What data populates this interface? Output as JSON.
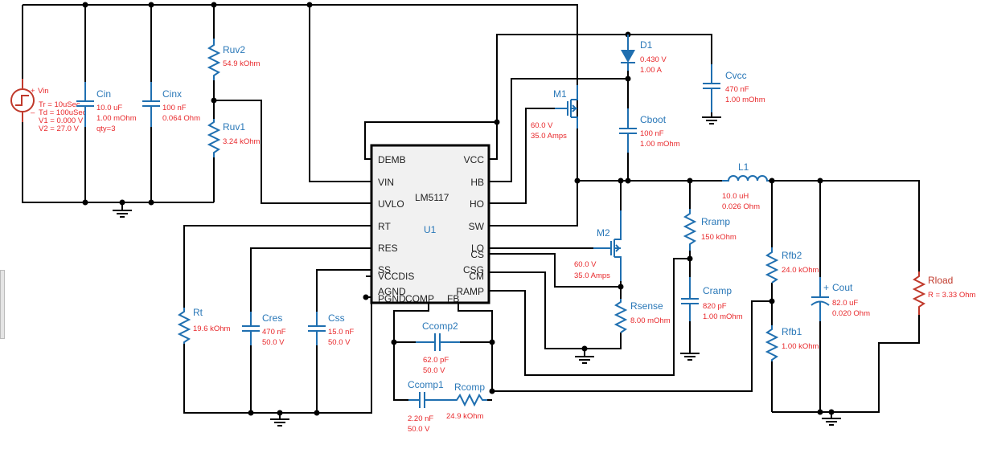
{
  "schematic": {
    "title": "LM5117 buck converter schematic",
    "wire_color": "#000000",
    "component_color": "#1f6fb0",
    "source_color": "#c0392b",
    "value_color": "#e8282b",
    "chip": {
      "ref": "U1",
      "part": "LM5117",
      "left_pins": [
        "DEMB",
        "VIN",
        "UVLO",
        "RT",
        "RES",
        "SS",
        "VCCDIS",
        "AGND",
        "PGND"
      ],
      "right_pins": [
        "VCC",
        "HB",
        "HO",
        "SW",
        "LO",
        "CS",
        "CSG",
        "CM",
        "RAMP"
      ],
      "bottom_pins": [
        "COMP",
        "FB"
      ]
    },
    "components": {
      "vin": {
        "ref": "Vin",
        "plus": "+",
        "minus": "–",
        "params": [
          "Tr = 10uSec",
          "Td = 100uSec",
          "V1 = 0.000 V",
          "V2 = 27.0 V"
        ]
      },
      "cin": {
        "ref": "Cin",
        "params": [
          "10.0 uF",
          "1.00 mOhm",
          "qty=3"
        ]
      },
      "cinx": {
        "ref": "Cinx",
        "params": [
          "100 nF",
          "0.064 Ohm"
        ]
      },
      "ruv2": {
        "ref": "Ruv2",
        "params": [
          "54.9 kOhm"
        ]
      },
      "ruv1": {
        "ref": "Ruv1",
        "params": [
          "3.24 kOhm"
        ]
      },
      "d1": {
        "ref": "D1",
        "params": [
          "0.430 V",
          "1.00 A"
        ]
      },
      "cvcc": {
        "ref": "Cvcc",
        "params": [
          "470 nF",
          "1.00 mOhm"
        ]
      },
      "m1": {
        "ref": "M1",
        "params": [
          "60.0 V",
          "35.0 Amps"
        ]
      },
      "cboot": {
        "ref": "Cboot",
        "params": [
          "100 nF",
          "1.00 mOhm"
        ]
      },
      "l1": {
        "ref": "L1",
        "params": [
          "10.0 uH",
          "0.026 Ohm"
        ]
      },
      "m2": {
        "ref": "M2",
        "params": [
          "60.0 V",
          "35.0 Amps"
        ]
      },
      "rsense": {
        "ref": "Rsense",
        "params": [
          "8.00 mOhm"
        ]
      },
      "rramp": {
        "ref": "Rramp",
        "params": [
          "150 kOhm"
        ]
      },
      "cramp": {
        "ref": "Cramp",
        "params": [
          "820 pF",
          "1.00 mOhm"
        ]
      },
      "rfb2": {
        "ref": "Rfb2",
        "params": [
          "24.0 kOhm"
        ]
      },
      "rfb1": {
        "ref": "Rfb1",
        "params": [
          "1.00 kOhm"
        ]
      },
      "cout": {
        "ref": "Cout",
        "plus": "+",
        "params": [
          "82.0 uF",
          "0.020 Ohm"
        ]
      },
      "rload": {
        "ref": "Rload",
        "params": [
          "R = 3.33 Ohm"
        ]
      },
      "rt": {
        "ref": "Rt",
        "params": [
          "19.6 kOhm"
        ]
      },
      "cres": {
        "ref": "Cres",
        "params": [
          "470 nF",
          "50.0 V"
        ]
      },
      "css": {
        "ref": "Css",
        "params": [
          "15.0 nF",
          "50.0 V"
        ]
      },
      "ccomp2": {
        "ref": "Ccomp2",
        "params": [
          "62.0 pF",
          "50.0 V"
        ]
      },
      "ccomp1": {
        "ref": "Ccomp1",
        "params": [
          "2.20 nF",
          "50.0 V"
        ]
      },
      "rcomp": {
        "ref": "Rcomp",
        "params": [
          "24.9 kOhm"
        ]
      }
    }
  }
}
